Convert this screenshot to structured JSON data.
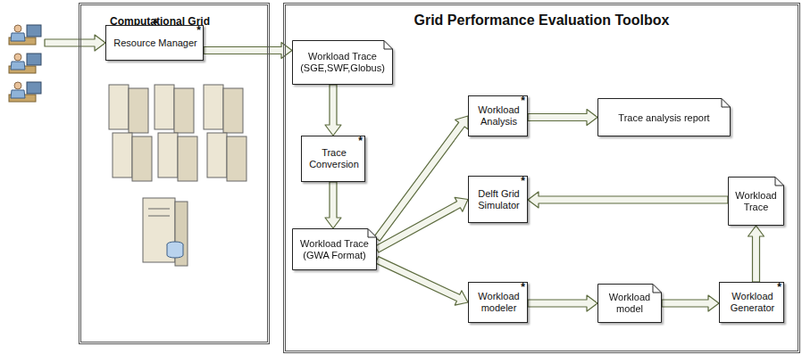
{
  "diagram": {
    "title": "Grid Performance Evaluation Toolbox",
    "nodes": [
      {
        "text": [
          "Computational Grid"
        ]
      },
      {
        "text": [
          "Resource Manager",
          "*"
        ],
        "in": 0
      },
      {
        "text": [
          "Grid Performance Evaluation Toolbox"
        ]
      },
      {
        "text": [
          "Workload Trace (SGE,SWF,Globus)"
        ],
        "in": 2
      },
      {
        "text": [
          "Trace Conversion",
          "*"
        ],
        "in": 2
      },
      {
        "text": [
          "Workload Trace (GWA Format)"
        ],
        "in": 2
      },
      {
        "text": [
          "Workload Analysis",
          "*"
        ],
        "in": 2
      },
      {
        "text": [
          "Trace analysis report"
        ],
        "in": 2
      },
      {
        "text": [
          "Delft Grid Simulator",
          "*"
        ],
        "in": 2
      },
      {
        "text": [
          "Workload Trace"
        ],
        "in": 2
      },
      {
        "text": [
          "Workload modeler",
          "*"
        ],
        "in": 2
      },
      {
        "text": [
          "Workload model"
        ],
        "in": 2
      },
      {
        "text": [
          "Workload Generator",
          "*"
        ],
        "in": 2
      }
    ],
    "edges": [
      {
        "from": 1,
        "to": 3,
        "arrow": "to"
      },
      {
        "from": 3,
        "to": 4,
        "arrow": "to"
      },
      {
        "from": 4,
        "to": 5,
        "arrow": "to"
      },
      {
        "from": 5,
        "to": 6,
        "arrow": "to"
      },
      {
        "from": 5,
        "to": 8,
        "arrow": "to"
      },
      {
        "from": 5,
        "to": 10,
        "arrow": "to"
      },
      {
        "from": 6,
        "to": 7,
        "arrow": "to"
      },
      {
        "from": 9,
        "to": 8,
        "arrow": "to"
      },
      {
        "from": 10,
        "to": 11,
        "arrow": "to"
      },
      {
        "from": 11,
        "to": 12,
        "arrow": "to"
      },
      {
        "from": 12,
        "to": 9,
        "arrow": "to"
      }
    ]
  }
}
